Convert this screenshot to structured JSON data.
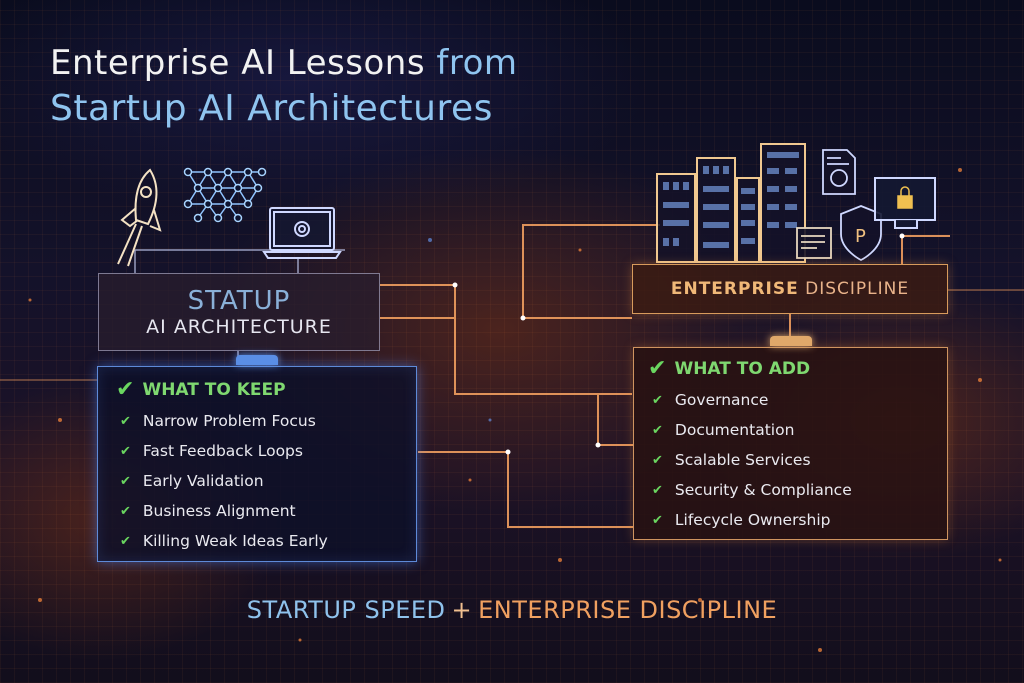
{
  "title": {
    "line1_main": "Enterprise AI Lessons",
    "line1_accent": "from",
    "line2": "Startup AI Architectures"
  },
  "startup": {
    "header_big": "STATUP",
    "header_small": "AI ARCHITECTURE",
    "icons": [
      "rocket-icon",
      "neural-network-icon",
      "laptop-at-icon"
    ],
    "list_title": "WHAT TO KEEP",
    "items": [
      "Narrow Problem Focus",
      "Fast Feedback Loops",
      "Early Validation",
      "Business Alignment",
      "Killing Weak Ideas Early"
    ]
  },
  "enterprise": {
    "header_bold": "ENTERPRISE",
    "header_normal": "DISCIPLINE",
    "icons": [
      "buildings-icon",
      "document-icon",
      "shield-p-icon",
      "monitor-lock-icon"
    ],
    "list_title": "WHAT TO ADD",
    "items": [
      "Governance",
      "Documentation",
      "Scalable Services",
      "Security & Compliance",
      "Lifecycle Ownership"
    ]
  },
  "tagline": {
    "startup": "STARTUP SPEED",
    "plus": "+",
    "enterprise": "ENTERPRISE DISCIPLINE"
  },
  "colors": {
    "startup_blue": "#8fc4ef",
    "enterprise_orange": "#f0a060",
    "check_green": "#6ad660"
  }
}
